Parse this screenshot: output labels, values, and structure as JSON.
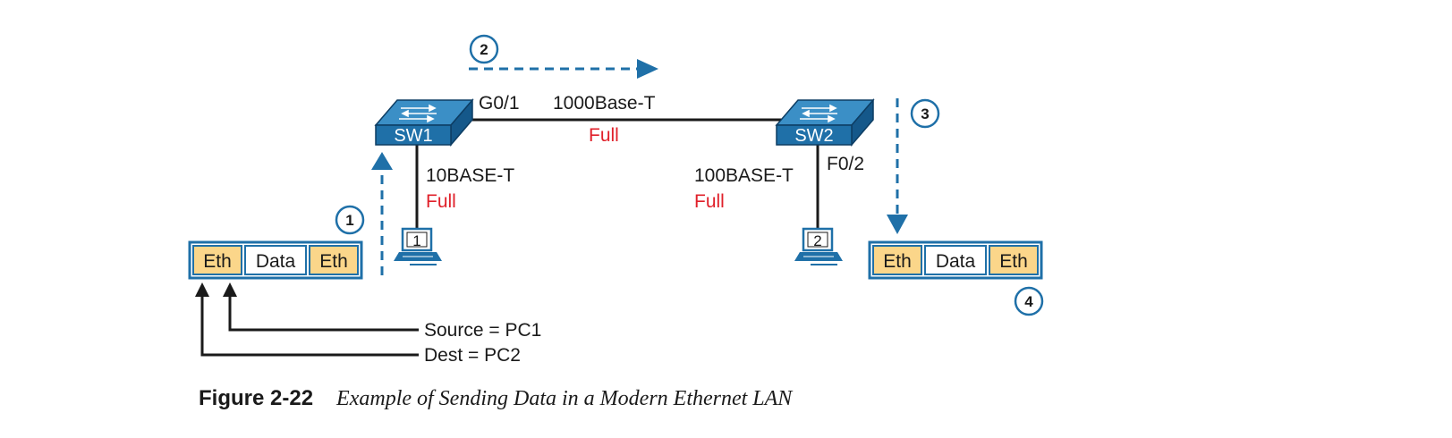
{
  "colors": {
    "switch_blue": "#1f70a8",
    "switch_top": "#3b8fc6",
    "step_circle": "#1f70a8",
    "eth_fill": "#fbd68a",
    "data_fill": "#ffffff",
    "frame_border": "#1f70a8",
    "link": "#1a1a1a",
    "duplex_text": "#e0202a"
  },
  "switches": {
    "sw1": {
      "name": "SW1"
    },
    "sw2": {
      "name": "SW2"
    }
  },
  "pcs": {
    "pc1": {
      "number": "1"
    },
    "pc2": {
      "number": "2"
    }
  },
  "links": {
    "trunk": {
      "port": "G0/1",
      "speed": "1000Base-T",
      "duplex": "Full"
    },
    "pc1_link": {
      "speed": "10BASE-T",
      "duplex": "Full"
    },
    "pc2_link": {
      "port": "F0/2",
      "speed": "100BASE-T",
      "duplex": "Full"
    }
  },
  "steps": [
    "1",
    "2",
    "3",
    "4"
  ],
  "frames": {
    "left": {
      "cells": [
        "Eth",
        "Data",
        "Eth"
      ]
    },
    "right": {
      "cells": [
        "Eth",
        "Data",
        "Eth"
      ]
    }
  },
  "pointers": {
    "source": "Source = PC1",
    "dest": "Dest = PC2"
  },
  "caption": {
    "label": "Figure 2-22",
    "title": "Example of Sending Data in a Modern Ethernet LAN"
  }
}
